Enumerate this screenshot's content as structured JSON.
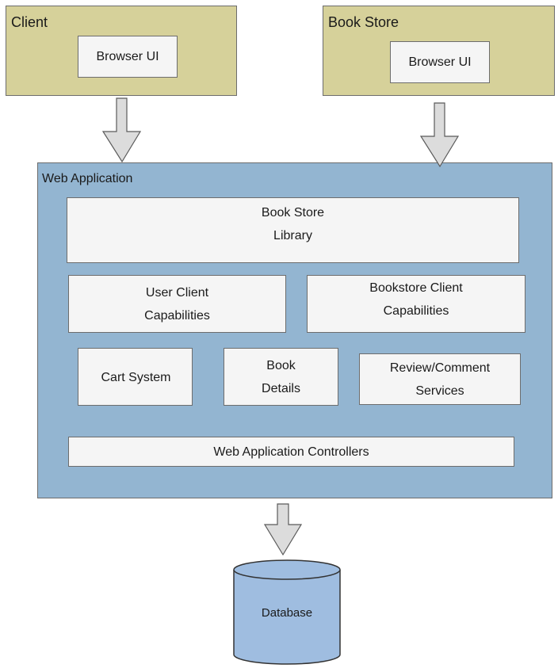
{
  "client": {
    "title": "Client",
    "browser": "Browser  UI"
  },
  "bookstore": {
    "title": "Book  Store",
    "browser": "Browser  UI"
  },
  "webapp": {
    "title": "Web Application",
    "library": "Book Store\nLibrary",
    "user_client": "User Client\nCapabilities",
    "bookstore_client": "Bookstore  Client\nCapabilities",
    "cart": "Cart System",
    "book_details": "Book\nDetails",
    "review": "Review/Comment\nServices",
    "controllers": "Web Application  Controllers"
  },
  "database": {
    "label": "Database"
  },
  "colors": {
    "outer_box": "#d6d19a",
    "web_app": "#93b5d1",
    "inner_box": "#f5f5f5",
    "arrow": "#dcdcdc",
    "database": "#9fbde0"
  }
}
